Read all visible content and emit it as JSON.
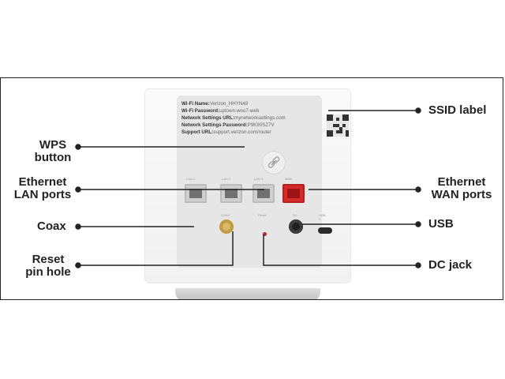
{
  "labels": {
    "ssid": "SSID label",
    "wps_line1": "WPS",
    "wps_line2": "button",
    "ethernet_lan_line1": "Ethernet",
    "ethernet_lan_line2": "LAN ports",
    "ethernet_wan_line1": "Ethernet",
    "ethernet_wan_line2": "WAN ports",
    "coax": "Coax",
    "usb": "USB",
    "reset_line1": "Reset",
    "reset_line2": "pin hole",
    "dc_jack": "DC jack"
  },
  "ssid_sticker": {
    "wifi_name_label": "Wi-Fi Name:",
    "wifi_name_value": "Verizon_HHYN49",
    "wifi_password_label": "Wi-Fi Password:",
    "wifi_password_value": "uptown-woo7-web",
    "network_url_label": "Network Settings URL:",
    "network_url_value": "mynetworksettings.com",
    "network_password_label": "Network Settings Password:",
    "network_password_value": "P9K90SZ7V",
    "support_url_label": "Support URL:",
    "support_url_value": "support.verizon.com/router"
  },
  "port_labels": {
    "lan1": "LAN 1",
    "lan2": "LAN 2",
    "lan3": "LAN 3",
    "wan": "WAN",
    "coax": "COAX",
    "reset": "Reset",
    "dc": "DC",
    "usb": "USB-C"
  },
  "colors": {
    "line": "#222222",
    "wan_port": "#d62a2a",
    "coax": "#d9b869"
  }
}
